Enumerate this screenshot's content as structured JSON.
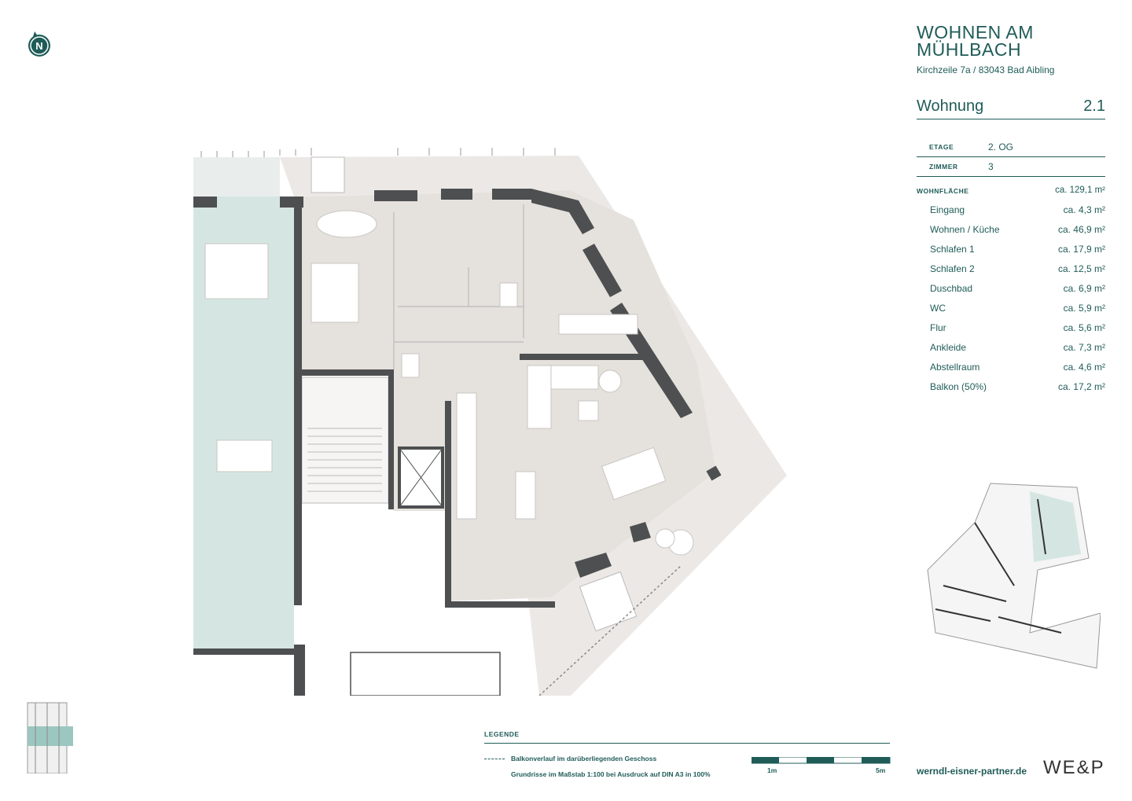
{
  "brand": {
    "title_line1": "WOHNEN AM",
    "title_line2": "MÜHLBACH",
    "address": "Kirchzeile 7a / 83043 Bad Aibling"
  },
  "unit": {
    "label": "Wohnung",
    "number": "2.1"
  },
  "meta": {
    "floor_label": "ETAGE",
    "floor_value": "2. OG",
    "rooms_label": "ZIMMER",
    "rooms_value": "3"
  },
  "area": {
    "label": "WOHNFLÄCHE",
    "total": "ca. 129,1 m²",
    "rooms": [
      {
        "name": "Eingang",
        "value": "ca. 4,3 m²"
      },
      {
        "name": "Wohnen / Küche",
        "value": "ca. 46,9 m²"
      },
      {
        "name": "Schlafen 1",
        "value": "ca. 17,9 m²"
      },
      {
        "name": "Schlafen 2",
        "value": "ca. 12,5 m²"
      },
      {
        "name": "Duschbad",
        "value": "ca. 6,9 m²"
      },
      {
        "name": "WC",
        "value": "ca. 5,9 m²"
      },
      {
        "name": "Flur",
        "value": "ca. 5,6 m²"
      },
      {
        "name": "Ankleide",
        "value": "ca. 7,3 m²"
      },
      {
        "name": "Abstellraum",
        "value": "ca. 4,6 m²"
      },
      {
        "name": "Balkon (50%)",
        "value": "ca. 17,2 m²"
      }
    ]
  },
  "legend": {
    "title": "LEGENDE",
    "dashed_note": "Balkonverlauf im darüberliegenden Geschoss",
    "scale_note": "Grundrisse im Maßstab 1:100 bei Ausdruck auf DIN A3 in 100%"
  },
  "scale": {
    "start": "1m",
    "end": "5m"
  },
  "footer": {
    "website": "werndl-eisner-partner.de",
    "logo": "WE&P"
  },
  "compass": {
    "letter": "N"
  },
  "colors": {
    "accent": "#1f5c58",
    "wall": "#4d4f51",
    "floor": "#e5e1dd",
    "neighbor": "#d5e6e2",
    "balcony": "#ece8e5"
  }
}
